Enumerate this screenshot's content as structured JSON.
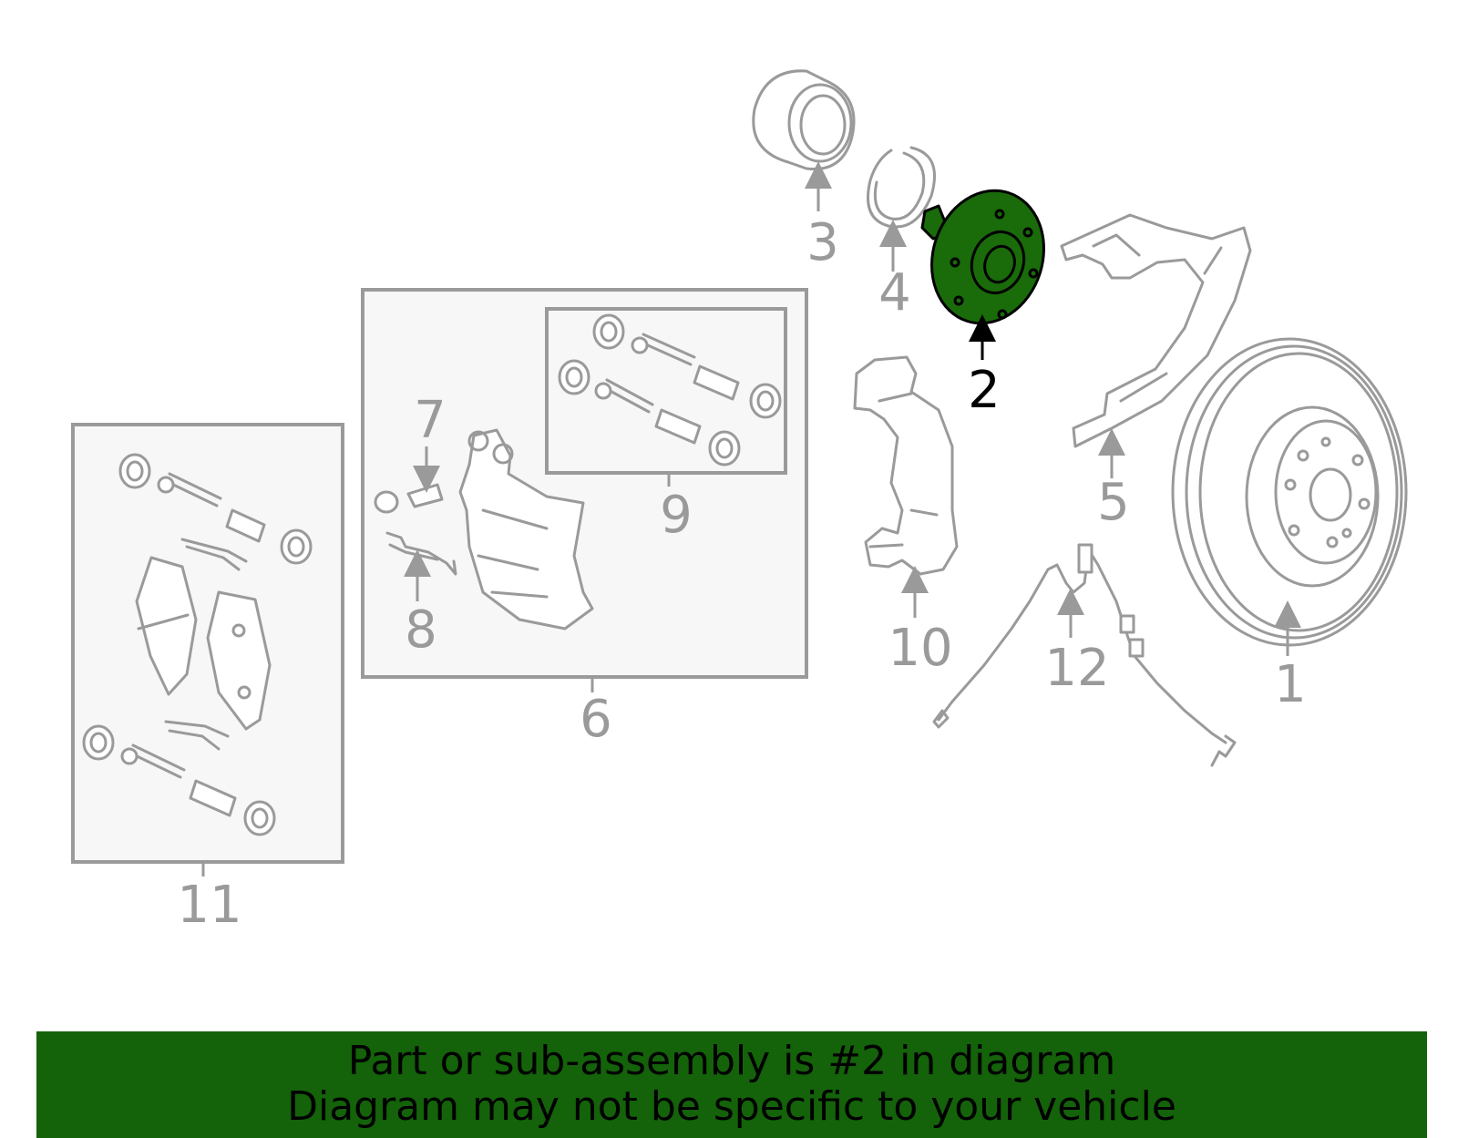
{
  "diagram": {
    "highlight_color": "#1a6b0a",
    "part_stroke_color": "#9a9a9a",
    "callouts": {
      "c1": "1",
      "c2": "2",
      "c3": "3",
      "c4": "4",
      "c5": "5",
      "c6": "6",
      "c7": "7",
      "c8": "8",
      "c9": "9",
      "c10": "10",
      "c11": "11",
      "c12": "12"
    }
  },
  "banner": {
    "background_color": "#14620a",
    "line1": "Part or sub-assembly is #2 in diagram",
    "line2": "Diagram may not be specific to your vehicle"
  }
}
